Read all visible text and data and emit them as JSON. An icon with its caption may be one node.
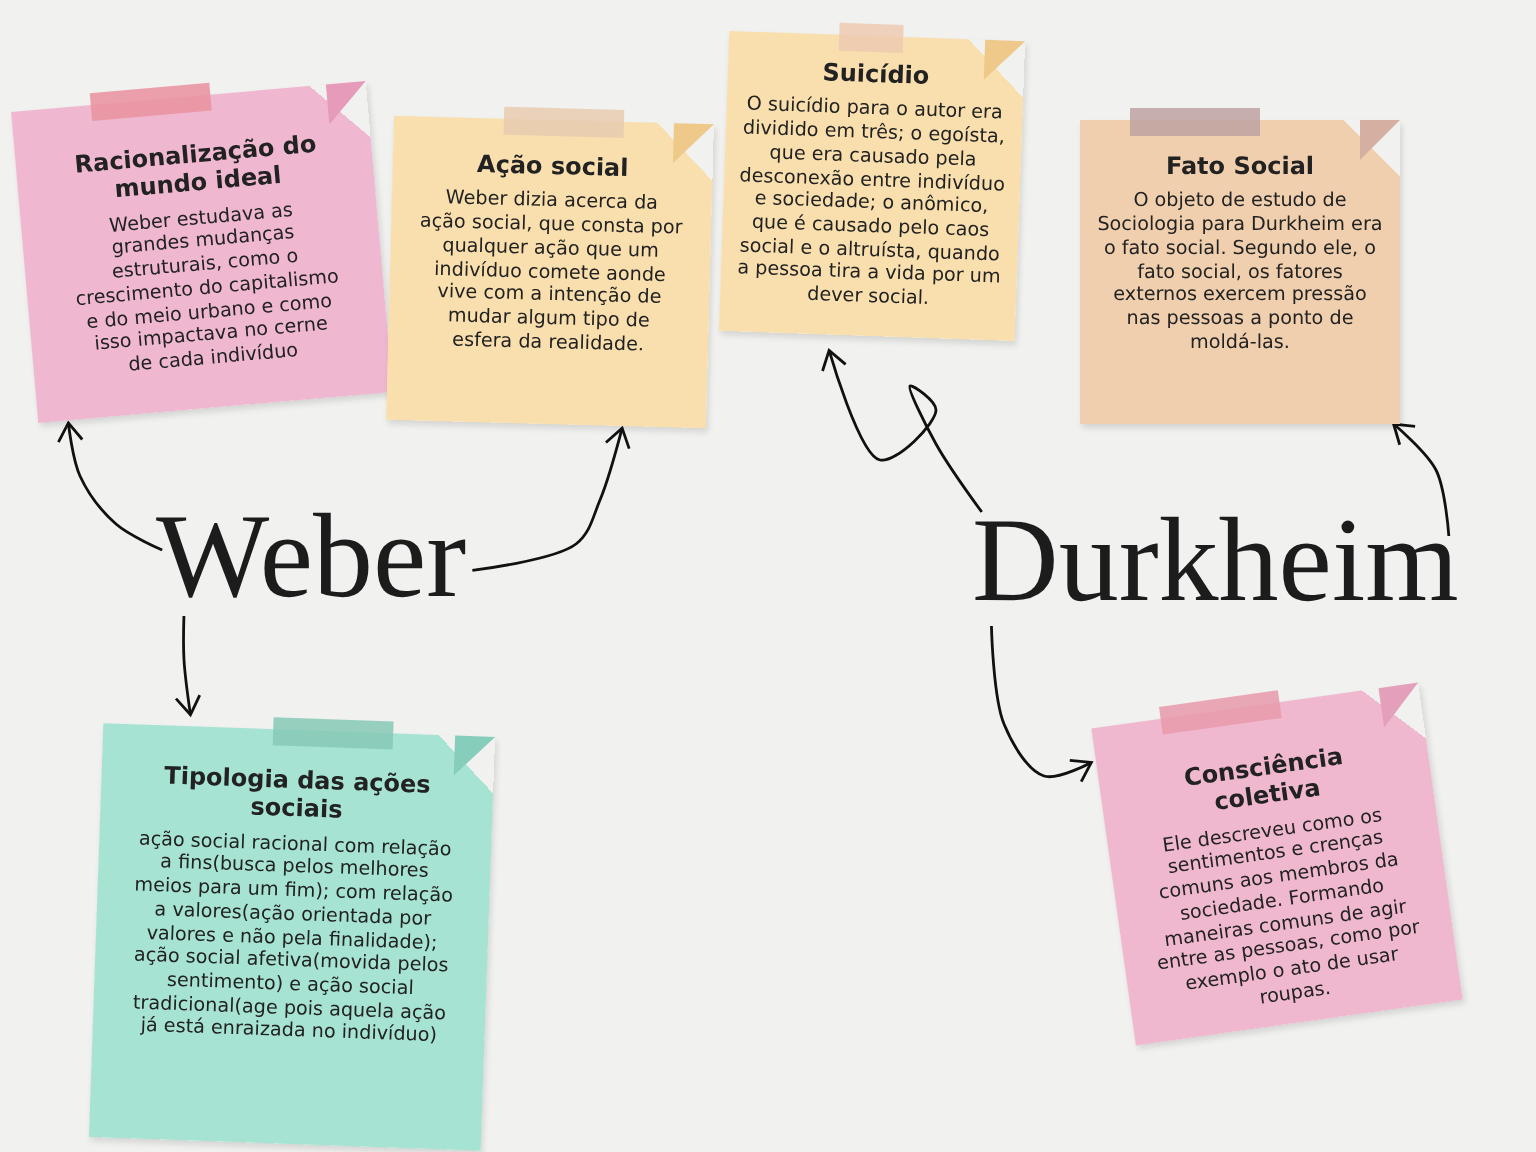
{
  "diagram": {
    "nodes": [
      {
        "text": [
          "Racionalização do mundo ideal",
          "Weber estudava as grandes mudanças estruturais, como o crescimento do capitalismo e do meio urbano e como isso impactava no cerne de cada indivíduo"
        ]
      },
      {
        "text": [
          "Ação social",
          "Weber dizia acerca da ação social, que consta por qualquer ação que um indivíduo comete aonde vive com a intenção de mudar algum tipo de esfera  da realidade."
        ]
      },
      {
        "text": [
          "Suicídio",
          "O suicídio para o autor era dividido em três; o egoísta, que era causado pela desconexão entre indivíduo e sociedade; o anômico, que é causado pelo caos social e o altruísta, quando a pessoa tira a vida por um dever social."
        ]
      },
      {
        "text": [
          "Fato Social",
          "O objeto de estudo de Sociologia para Durkheim era o fato social. Segundo ele, o fato social, os fatores externos exercem pressão nas pessoas a ponto de moldá-las."
        ]
      },
      {
        "text": [
          "Weber"
        ]
      },
      {
        "text": [
          "Durkheim"
        ]
      },
      {
        "text": [
          "Tipologia das ações sociais",
          "ação social racional com relação a fins(busca pelos melhores meios para um fim); com relação a valores(ação  orientada por valores e não pela finalidade); ação social afetiva(movida pelos sentimento) e ação social tradicional(age pois aquela ação já está enraizada no indivíduo)"
        ]
      },
      {
        "text": [
          "Consciência coletiva",
          "Ele descreveu como os sentimentos e crenças comuns  aos membros da sociedade. Formando maneiras comuns de agir entre as pessoas, como por exemplo o ato de usar roupas."
        ]
      }
    ],
    "edges": [
      {
        "from": 4,
        "to": 0,
        "arrow": "to"
      },
      {
        "from": 4,
        "to": 1,
        "arrow": "to"
      },
      {
        "from": 4,
        "to": 6,
        "arrow": "to"
      },
      {
        "from": 5,
        "to": 2,
        "arrow": "to"
      },
      {
        "from": 5,
        "to": 3,
        "arrow": "to"
      },
      {
        "from": 5,
        "to": 7,
        "arrow": "to"
      }
    ]
  }
}
